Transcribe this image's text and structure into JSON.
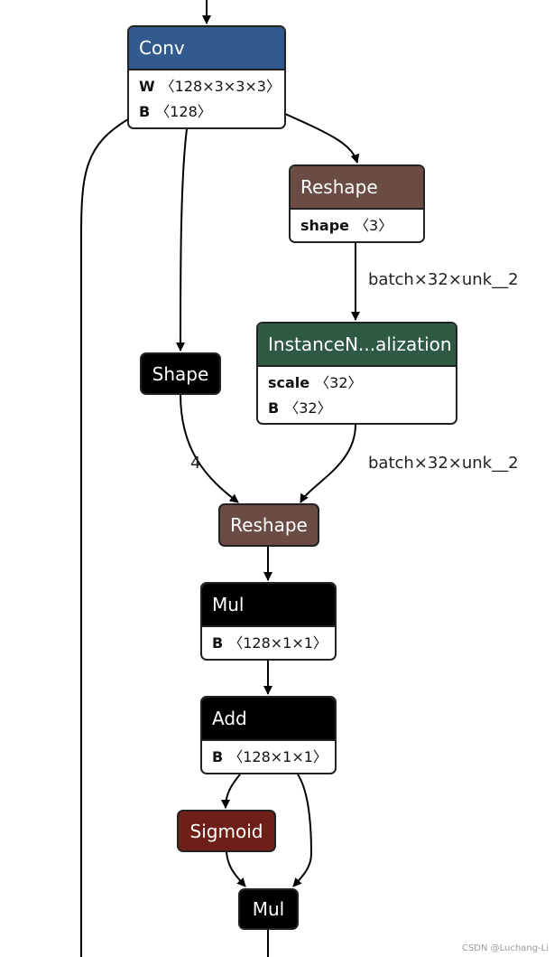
{
  "colors": {
    "conv": "#335a8e",
    "reshape": "#6b4c44",
    "norm": "#2e5a44",
    "black": "#000000",
    "sigmoid": "#6e2018",
    "edge": "#000000"
  },
  "nodes": {
    "conv": {
      "title": "Conv",
      "attrs": [
        {
          "name": "W",
          "value": "〈128×3×3×3〉"
        },
        {
          "name": "B",
          "value": "〈128〉"
        }
      ]
    },
    "reshape_top": {
      "title": "Reshape",
      "attrs": [
        {
          "name": "shape",
          "value": "〈3〉"
        }
      ]
    },
    "instance_norm": {
      "title": "InstanceN...alization",
      "attrs": [
        {
          "name": "scale",
          "value": "〈32〉"
        },
        {
          "name": "B",
          "value": "〈32〉"
        }
      ]
    },
    "shape": {
      "title": "Shape"
    },
    "reshape_mid": {
      "title": "Reshape"
    },
    "mul_1": {
      "title": "Mul",
      "attrs": [
        {
          "name": "B",
          "value": "〈128×1×1〉"
        }
      ]
    },
    "add": {
      "title": "Add",
      "attrs": [
        {
          "name": "B",
          "value": "〈128×1×1〉"
        }
      ]
    },
    "sigmoid": {
      "title": "Sigmoid"
    },
    "mul_2": {
      "title": "Mul"
    }
  },
  "edge_labels": {
    "reshape_to_norm": "batch×32×unk__2",
    "norm_to_reshape": "batch×32×unk__2",
    "shape_to_reshape": "4"
  },
  "watermark": "CSDN @Luchang-Li"
}
